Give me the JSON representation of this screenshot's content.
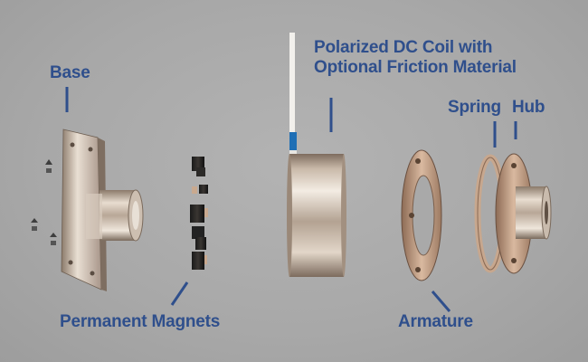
{
  "labels": {
    "base": "Base",
    "coil_line1": "Polarized DC Coil with",
    "coil_line2": "Optional Friction Material",
    "spring": "Spring",
    "hub": "Hub",
    "magnets": "Permanent Magnets",
    "armature": "Armature"
  },
  "colors": {
    "background": "#a9a9a9",
    "label_text": "#2f4f8c",
    "leader_line": "#2f4f8c",
    "lead_wire_tape": "#1f6fb5"
  },
  "parts": [
    "base-icon",
    "screw-icon",
    "magnet-icon",
    "coil-icon",
    "armature-icon",
    "spring-icon",
    "hub-icon"
  ]
}
